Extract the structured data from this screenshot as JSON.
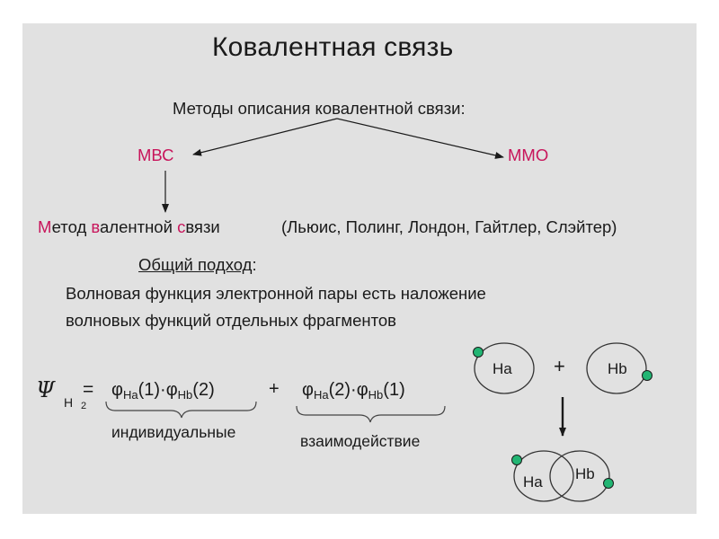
{
  "title": "Ковалентная связь",
  "subtitle": "Методы описания ковалентной связи:",
  "left_method": "МВС",
  "right_method": "ММО",
  "method_name": {
    "p1": "М",
    "p2": "етод ",
    "p3": "в",
    "p4": "алентной ",
    "p5": "с",
    "p6": "вязи"
  },
  "authors": "(Льюис, Полинг, Лондон, Гайтлер, Слэйтер)",
  "approach": {
    "label": "Общий подход",
    "colon": ":"
  },
  "description": {
    "line1": "Волновая функция электронной пары есть наложение",
    "line2": "волновых функций отдельных фрагментов"
  },
  "formula": {
    "psi": "Ψ",
    "psi_sub": "H",
    "psi_sub2": "2",
    "equals": "=",
    "term1": {
      "phi1": "φ",
      "sub1": "Ha",
      "arg1": "(1)·",
      "phi2": "φ",
      "sub2": "Hb",
      "arg2": "(2)"
    },
    "plus": "+",
    "term2": {
      "phi1": "φ",
      "sub1": "Ha",
      "arg1": "(2)·",
      "phi2": "φ",
      "sub2": "Hb",
      "arg2": "(1)"
    },
    "label1": "индивидуальные",
    "label2": "взаимодействие"
  },
  "atoms": {
    "ha": "Ha",
    "hb": "Hb",
    "plus": "+",
    "merged_ha": "Ha",
    "merged_hb": "Hb",
    "electron_color": "#22b573"
  },
  "colors": {
    "accent": "#c8155b",
    "background": "#e1e1e1"
  }
}
